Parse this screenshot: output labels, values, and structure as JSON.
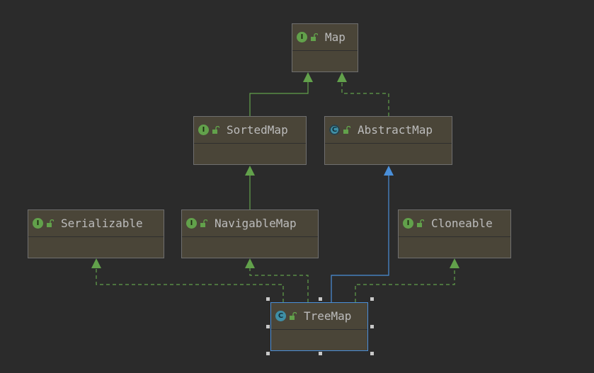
{
  "diagram": {
    "nodes": {
      "map": {
        "kind": "I",
        "name": "Map"
      },
      "sorted_map": {
        "kind": "I",
        "name": "SortedMap"
      },
      "abstract_map": {
        "kind": "C",
        "name": "AbstractMap"
      },
      "serializable": {
        "kind": "I",
        "name": "Serializable"
      },
      "navigable_map": {
        "kind": "I",
        "name": "NavigableMap"
      },
      "cloneable": {
        "kind": "I",
        "name": "Cloneable"
      },
      "tree_map": {
        "kind": "C",
        "name": "TreeMap"
      }
    },
    "edges": [
      {
        "from": "SortedMap",
        "to": "Map",
        "type": "extends"
      },
      {
        "from": "AbstractMap",
        "to": "Map",
        "type": "implements"
      },
      {
        "from": "NavigableMap",
        "to": "SortedMap",
        "type": "extends"
      },
      {
        "from": "TreeMap",
        "to": "AbstractMap",
        "type": "extends"
      },
      {
        "from": "TreeMap",
        "to": "Serializable",
        "type": "implements"
      },
      {
        "from": "TreeMap",
        "to": "NavigableMap",
        "type": "implements"
      },
      {
        "from": "TreeMap",
        "to": "Cloneable",
        "type": "implements"
      }
    ],
    "selected": "TreeMap",
    "colors": {
      "background": "#2b2b2b",
      "node_fill": "#4a4538",
      "interface_edge": "#62a14b",
      "class_edge": "#4a8fd9",
      "selection": "#4a8fd9"
    }
  }
}
